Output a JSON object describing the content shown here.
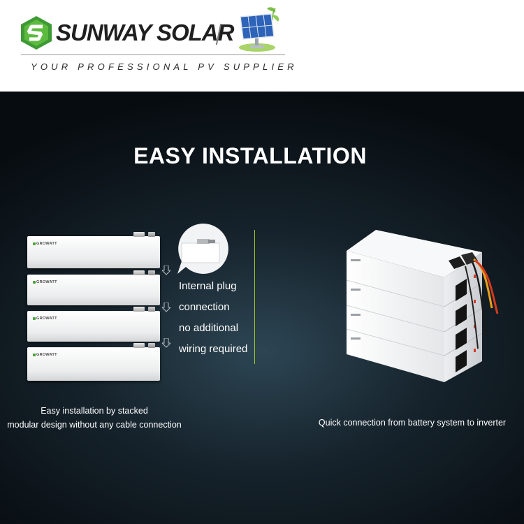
{
  "header": {
    "brand": "SUNWAY SOLAR",
    "tagline": "YOUR PROFESSIONAL PV SUPPLIER",
    "logo_icon": "hexagon-s-logo-icon",
    "solar_icon": "solar-panel-icon"
  },
  "colors": {
    "brand_green": "#4aa53a",
    "accent_line": "#9fc52c",
    "panel_dark": "#0b1318"
  },
  "main": {
    "title": "EASY INSTALLATION",
    "module_brand": "GROWATT",
    "callout_lines": [
      "Internal plug",
      "connection",
      "no additional",
      "wiring required"
    ],
    "caption_left_lines": [
      "Easy installation by stacked",
      "modular design without any cable connection"
    ],
    "caption_right": "Quick connection from battery system to inverter"
  }
}
